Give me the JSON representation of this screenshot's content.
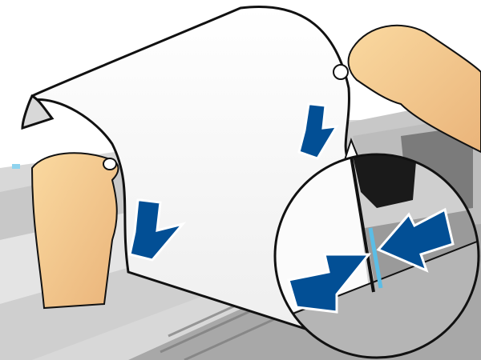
{
  "illustration": {
    "caption": "Loading a paper sheet into the printer: align the sheet edge with the blue guide line",
    "colors": {
      "arrow_blue": "#024f95",
      "guide_line": "#5bbde6",
      "printer_gray_light": "#e2e2e2",
      "printer_gray": "#bdbdbd",
      "printer_gray_dark": "#8e8e8e",
      "skin": "#f5c98c",
      "paper": "#ffffff",
      "outline": "#111111"
    },
    "icons": [
      "down-arrow-left",
      "down-arrow-right",
      "right-arrow-inset",
      "left-arrow-inset"
    ]
  }
}
